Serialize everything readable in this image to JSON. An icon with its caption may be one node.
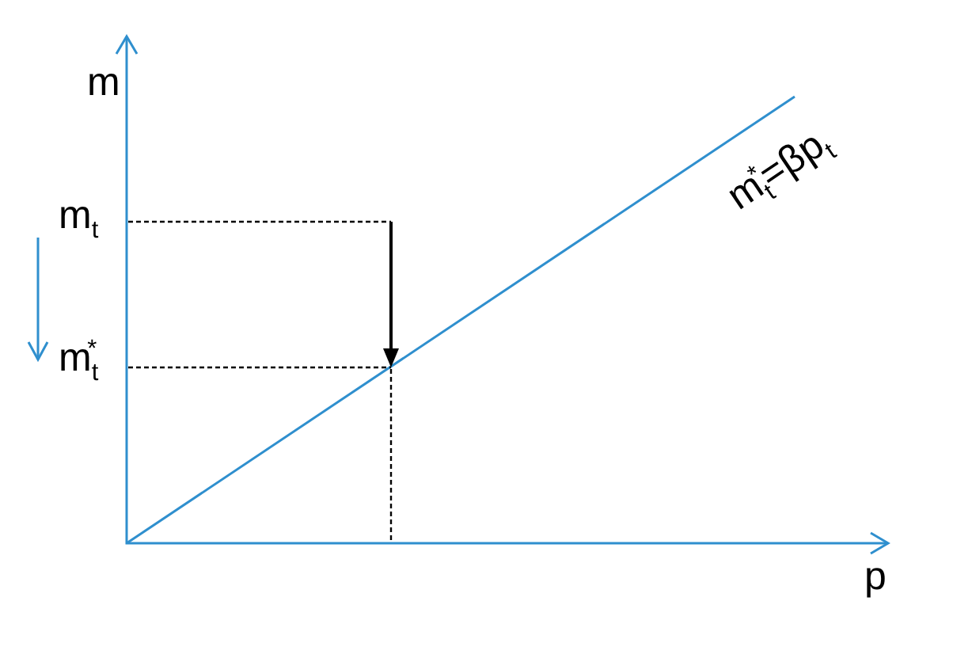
{
  "diagram": {
    "labels": [
      "m",
      "m$_{t}$$^{*}$=βp$_{t}$",
      "m$_{t}$",
      "m$_{t}$$^{*}$",
      "p"
    ]
  }
}
